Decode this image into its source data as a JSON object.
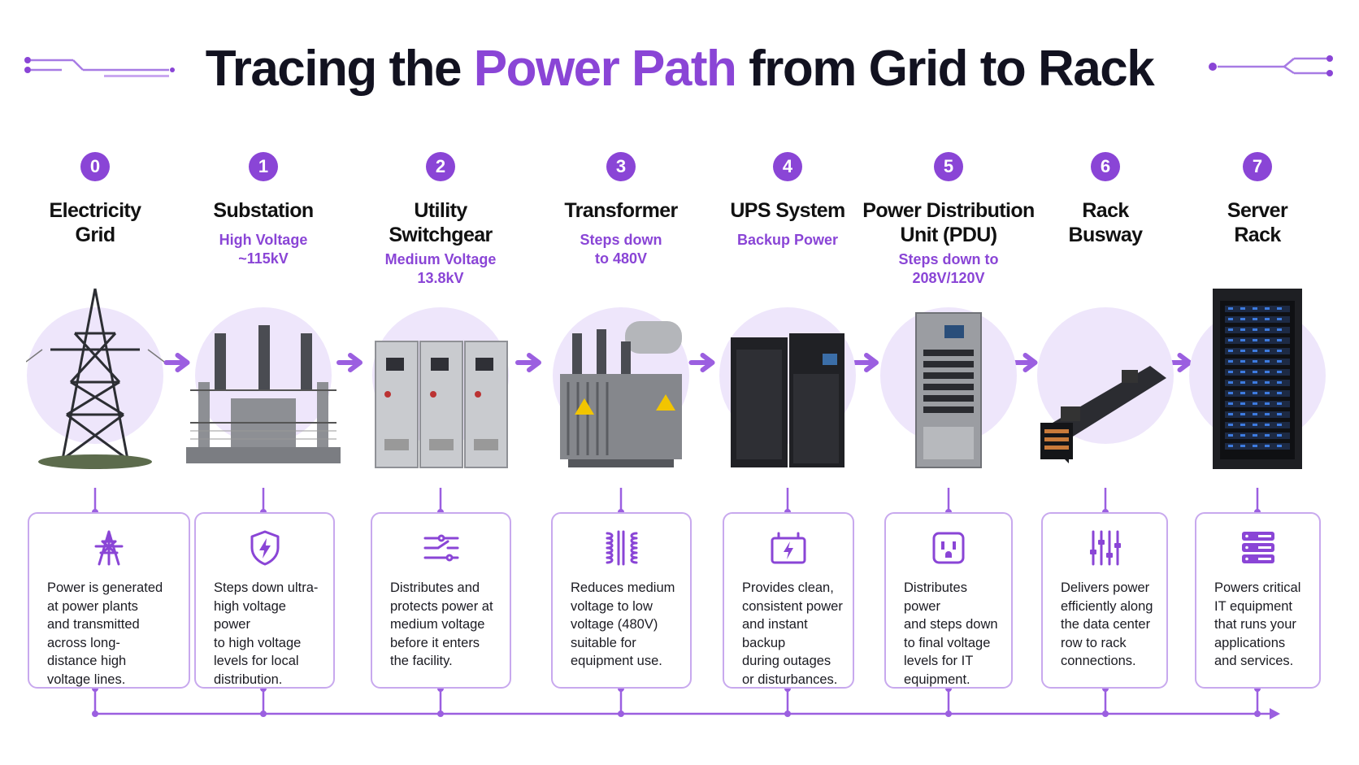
{
  "header": {
    "title_pre": "Tracing the ",
    "title_hl": "Power Path",
    "title_post": " from Grid to Rack"
  },
  "colors": {
    "accent": "#8a45d6",
    "accent_light": "#eee6fb",
    "card_border": "#c8a9ee",
    "text": "#121220"
  },
  "steps": [
    {
      "num": "0",
      "title": "Electricity Grid",
      "sub": "",
      "icon": "transmission-tower-icon",
      "desc": "Power is generated at power plants and transmitted across long-distance high voltage lines."
    },
    {
      "num": "1",
      "title": "Substation",
      "sub": "High Voltage ~115kV",
      "icon": "shield-bolt-icon",
      "desc": "Steps down ultra-high voltage power to high voltage levels for local distribution."
    },
    {
      "num": "2",
      "title": "Utility Switchgear",
      "sub": "Medium Voltage 13.8kV",
      "icon": "switch-branch-icon",
      "desc": "Distributes and protects power at medium voltage before it enters the facility."
    },
    {
      "num": "3",
      "title": "Transformer",
      "sub": "Steps down to 480V",
      "icon": "transformer-coil-icon",
      "desc": "Reduces medium voltage to low voltage (480V) suitable for equipment use."
    },
    {
      "num": "4",
      "title": "UPS System",
      "sub": "Backup Power",
      "icon": "battery-bolt-icon",
      "desc": "Provides clean, consistent power and instant backup during outages or disturbances."
    },
    {
      "num": "5",
      "title": "Power Distribution Unit (PDU)",
      "sub": "Steps down to 208V/120V",
      "icon": "outlet-icon",
      "desc": "Distributes power and steps down to final voltage levels for IT equipment."
    },
    {
      "num": "6",
      "title": "Rack Busway",
      "sub": "",
      "icon": "busway-bars-icon",
      "desc": "Delivers power efficiently along the data center row to rack connections."
    },
    {
      "num": "7",
      "title": "Server Rack",
      "sub": "",
      "icon": "server-stack-icon",
      "desc": "Powers critical IT equipment that runs your applications and services."
    }
  ]
}
